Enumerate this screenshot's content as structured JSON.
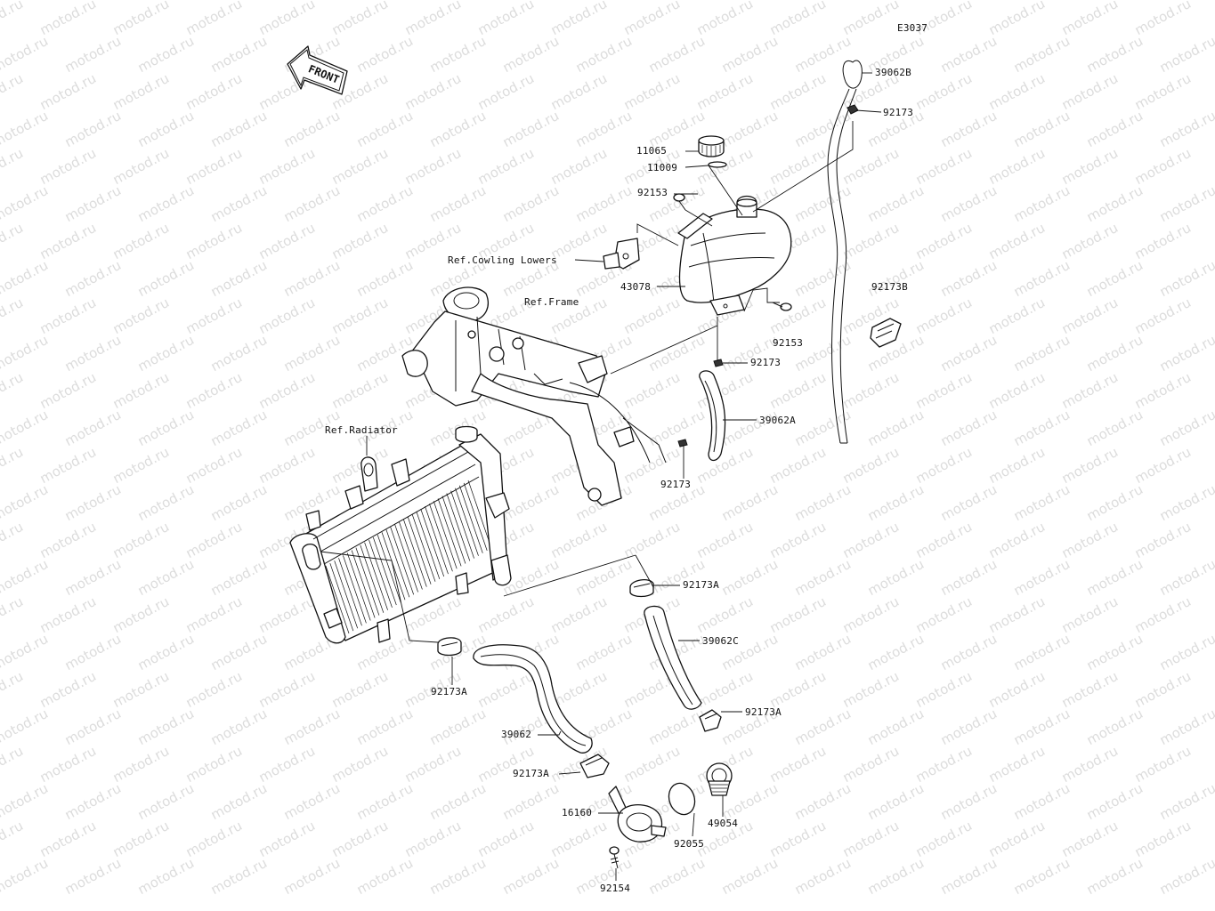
{
  "diagram": {
    "code": "E3037",
    "front_marker": "FRONT",
    "watermark": "motod.ru",
    "refs": {
      "cowling": "Ref.Cowling Lowers",
      "frame": "Ref.Frame",
      "radiator": "Ref.Radiator"
    },
    "parts": {
      "p39062B": "39062B",
      "p92173_top": "92173",
      "p11065": "11065",
      "p11009": "11009",
      "p92153_left": "92153",
      "p43078": "43078",
      "p92153_right": "92153",
      "p92173B": "92173B",
      "p92173_mid": "92173",
      "p39062A": "39062A",
      "p92173_low": "92173",
      "p92173A_1": "92173A",
      "p39062C": "39062C",
      "p92173A_2": "92173A",
      "p92173A_3": "92173A",
      "p39062": "39062",
      "p92173A_4": "92173A",
      "p16160": "16160",
      "p92055": "92055",
      "p49054": "49054",
      "p92154": "92154"
    }
  }
}
